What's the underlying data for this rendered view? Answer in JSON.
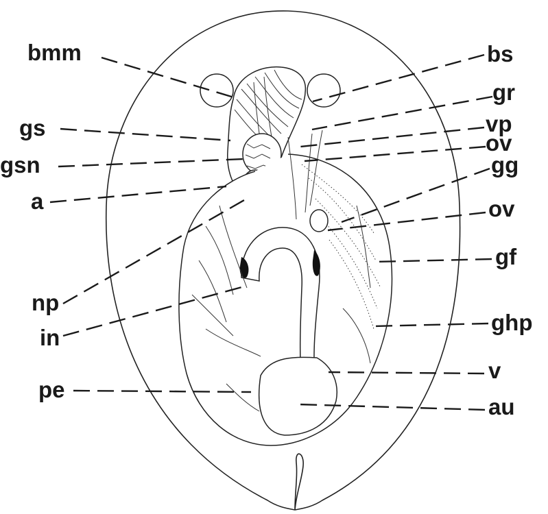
{
  "labels": {
    "bmm": "bmm",
    "gs": "gs",
    "gsn": "gsn",
    "a": "a",
    "np": "np",
    "in": "in",
    "pe": "pe",
    "bs": "bs",
    "gr": "gr",
    "vp": "vp",
    "ov_upper": "ov",
    "gg": "gg",
    "ov_lower": "ov",
    "gf": "gf",
    "ghp": "ghp",
    "v": "v",
    "au": "au"
  }
}
